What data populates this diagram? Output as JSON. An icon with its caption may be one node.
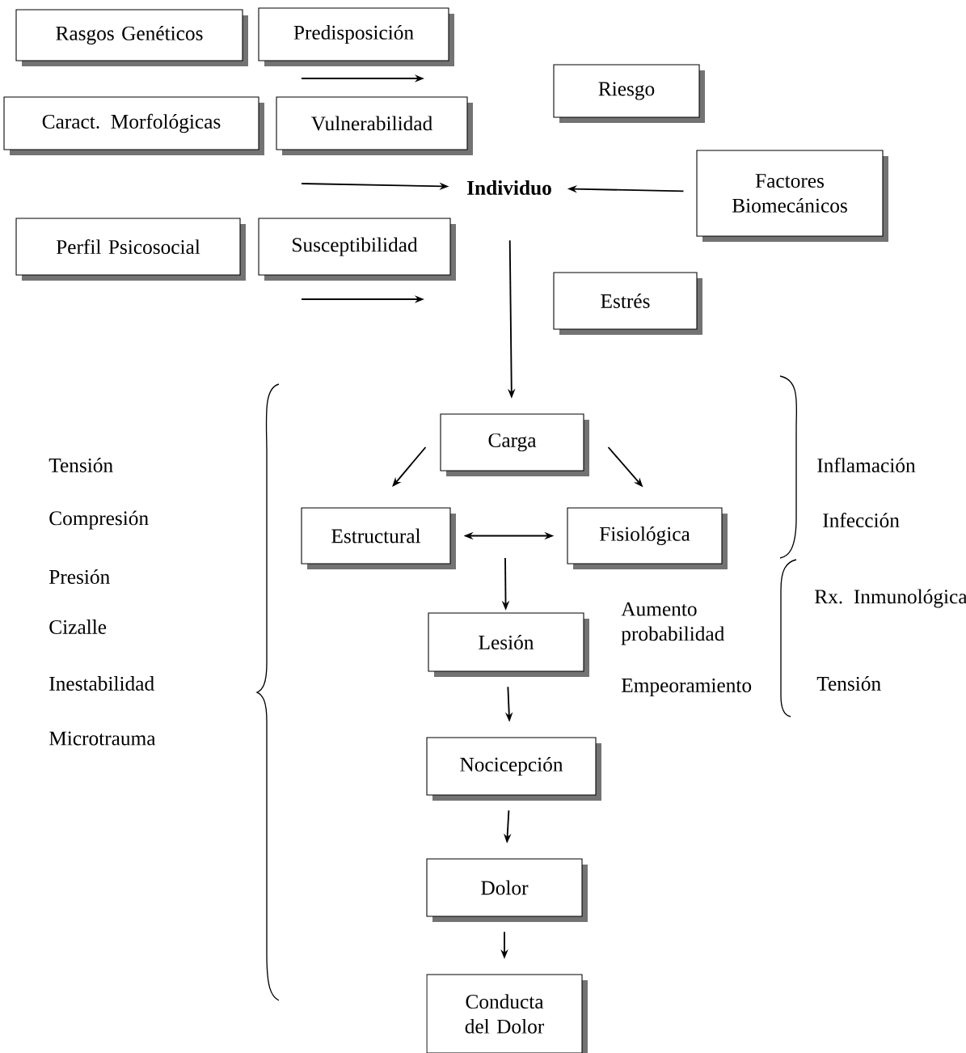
{
  "diagram": {
    "nodes": [
      {
        "text": [
          "Rasgos Genéticos"
        ]
      },
      {
        "text": [
          "Predisposición"
        ]
      },
      {
        "text": [
          "Riesgo"
        ]
      },
      {
        "text": [
          "Caract. Morfológicas"
        ]
      },
      {
        "text": [
          "Vulnerabilidad"
        ]
      },
      {
        "text": [
          "**Individuo**"
        ]
      },
      {
        "text": [
          "Factores Biomecánicos"
        ]
      },
      {
        "text": [
          "Perfil Psicosocial"
        ]
      },
      {
        "text": [
          "Susceptibilidad"
        ]
      },
      {
        "text": [
          "Estrés"
        ]
      },
      {
        "text": [
          "Carga"
        ]
      },
      {
        "text": [
          "Estructural"
        ]
      },
      {
        "text": [
          "Fisiológica"
        ]
      },
      {
        "text": [
          "Lesión"
        ]
      },
      {
        "text": [
          "Nocicepción"
        ]
      },
      {
        "text": [
          "Dolor"
        ]
      },
      {
        "text": [
          "Conducta del Dolor"
        ]
      }
    ],
    "edges": [
      {
        "from": null,
        "to": 5,
        "arrow": "to"
      },
      {
        "from": 6,
        "to": 5,
        "arrow": "to"
      },
      {
        "from": 5,
        "to": 10,
        "arrow": "to"
      },
      {
        "from": 10,
        "to": 11,
        "arrow": "to"
      },
      {
        "from": 10,
        "to": 12,
        "arrow": "to"
      },
      {
        "from": 11,
        "to": 12,
        "arrow": "both"
      },
      {
        "from": null,
        "to": 13,
        "arrow": "to"
      },
      {
        "from": 13,
        "to": 14,
        "arrow": "to"
      },
      {
        "from": 14,
        "to": 15,
        "arrow": "to"
      },
      {
        "from": 15,
        "to": 16,
        "arrow": "to"
      }
    ],
    "labels": [
      "Tensión",
      "Compresión",
      "Presión",
      "Cizalle",
      "Inestabilidad",
      "Microtrauma",
      "Inflamación",
      "Infección",
      "Rx. Inmunológica",
      "Aumento probabilidad",
      "Empeoramiento",
      "Tensión"
    ]
  }
}
